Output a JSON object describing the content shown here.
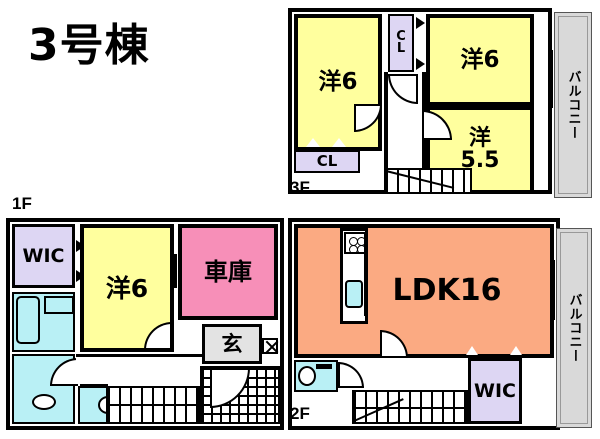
{
  "title": "3号棟",
  "colors": {
    "room_yellow": "#ffff9e",
    "ldk_orange": "#fbaa82",
    "garage_pink": "#f78fb8",
    "closet_purple": "#ddd6f3",
    "water_cyan": "#b9f0f5",
    "entrance_gray": "#e3e3e3",
    "balcony_gray": "#d9d9d9",
    "wall_black": "#000000"
  },
  "floors": [
    {
      "id": "1F",
      "label": "1F",
      "rooms": [
        {
          "name": "wic",
          "label": "WIC",
          "fill": "closet_purple"
        },
        {
          "name": "western-room-6",
          "label": "洋6",
          "fill": "room_yellow"
        },
        {
          "name": "garage",
          "label": "車庫",
          "fill": "garage_pink"
        },
        {
          "name": "entrance",
          "label": "玄",
          "fill": "entrance_gray"
        }
      ]
    },
    {
      "id": "2F",
      "label": "2F",
      "rooms": [
        {
          "name": "ldk",
          "label": "LDK16",
          "fill": "ldk_orange"
        },
        {
          "name": "wic",
          "label": "WIC",
          "fill": "closet_purple"
        },
        {
          "name": "balcony",
          "label": "バルコニー",
          "fill": "balcony_gray"
        }
      ]
    },
    {
      "id": "3F",
      "label": "3F",
      "rooms": [
        {
          "name": "western-room-6-left",
          "label": "洋6",
          "fill": "room_yellow"
        },
        {
          "name": "western-room-6-right",
          "label": "洋6",
          "fill": "room_yellow"
        },
        {
          "name": "western-room-5-5",
          "label": "洋",
          "label2": "5.5",
          "fill": "room_yellow"
        },
        {
          "name": "closet-upper",
          "label_c": "C",
          "label_l": "L",
          "fill": "closet_purple"
        },
        {
          "name": "closet-lower",
          "label": "CL",
          "fill": "closet_purple"
        },
        {
          "name": "balcony",
          "label": "バルコニー",
          "fill": "balcony_gray"
        }
      ]
    }
  ],
  "labels": {
    "wic": "WIC",
    "cl": "CL",
    "cl_c": "C",
    "cl_l": "L",
    "balcony": "バルコニー",
    "ldk16": "LDK16",
    "garage": "車庫",
    "entrance": "玄",
    "yo6": "洋6",
    "yo": "洋",
    "five_five": "5.5",
    "f1": "1F",
    "f2": "2F",
    "f3": "3F"
  }
}
